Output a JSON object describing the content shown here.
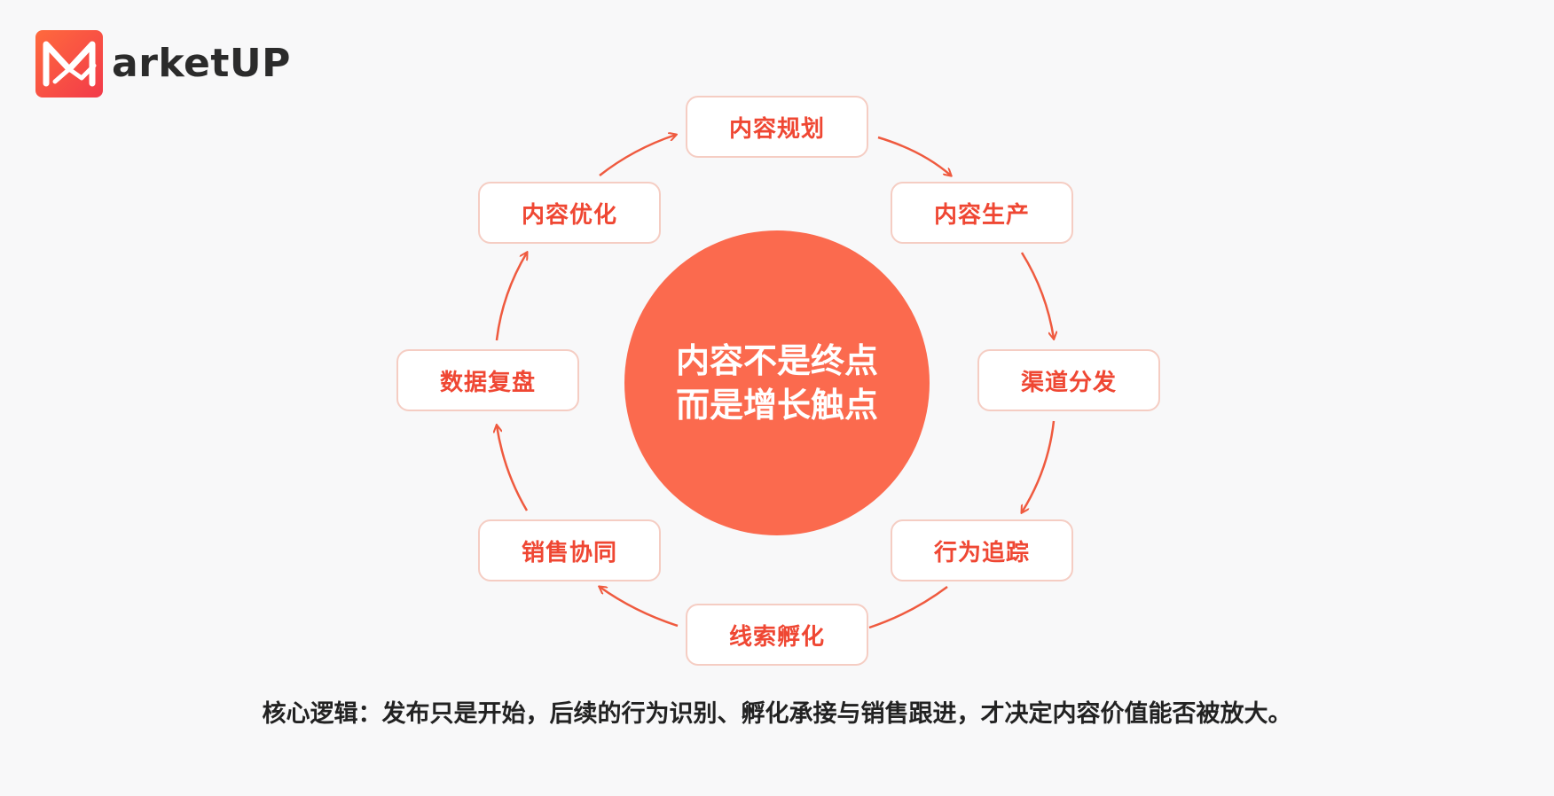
{
  "brand": {
    "logo_icon": "m-letter-logo-icon",
    "name": "arketUP",
    "accent": "#fb6a4e",
    "text_color": "#ef4733"
  },
  "center": {
    "line1": "内容不是终点",
    "line2": "而是增长触点"
  },
  "cycle": [
    {
      "label": "内容规划"
    },
    {
      "label": "内容生产"
    },
    {
      "label": "渠道分发"
    },
    {
      "label": "行为追踪"
    },
    {
      "label": "线索孵化"
    },
    {
      "label": "销售协同"
    },
    {
      "label": "数据复盘"
    },
    {
      "label": "内容优化"
    }
  ],
  "caption": "核心逻辑：发布只是开始，后续的行为识别、孵化承接与销售跟进，才决定内容价值能否被放大。"
}
